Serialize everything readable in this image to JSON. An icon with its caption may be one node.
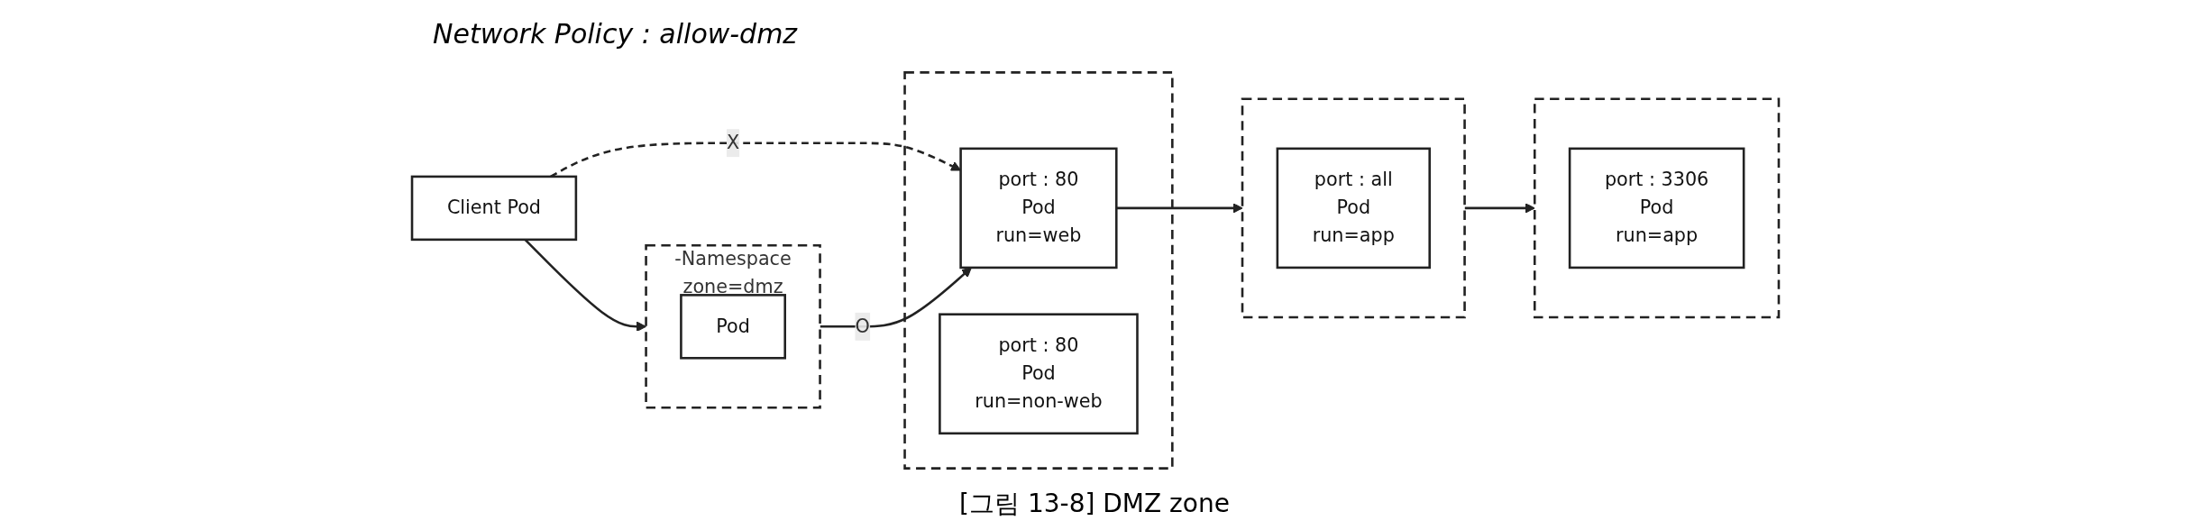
{
  "diagram": {
    "title": "Network Policy : allow-dmz",
    "caption": "[그림 13-8] DMZ zone",
    "nodes": [
      {
        "text": [
          "Client Pod"
        ]
      },
      {
        "text": [
          "-Namespace",
          "zone=dmz"
        ]
      },
      {
        "text": [
          "Pod"
        ],
        "in": 1
      },
      {
        "text": [],
        "shape": "box"
      },
      {
        "text": [
          "port : 80",
          "Pod",
          "run=web"
        ],
        "in": 3
      },
      {
        "text": [
          "port : 80",
          "Pod",
          "run=non-web"
        ],
        "in": 3
      },
      {
        "text": [],
        "shape": "box"
      },
      {
        "text": [
          "port : all",
          "Pod",
          "run=app"
        ],
        "in": 6
      },
      {
        "text": [],
        "shape": "box"
      },
      {
        "text": [
          "port : 3306",
          "Pod",
          "run=app"
        ],
        "in": 8
      }
    ],
    "edges": [
      {
        "from": 0,
        "to": 1,
        "arrow": "to"
      },
      {
        "from": 1,
        "to": 4,
        "arrow": "to",
        "label": "O"
      },
      {
        "from": 0,
        "to": 4,
        "arrow": "to",
        "label": "X",
        "style": "dashed"
      },
      {
        "from": 4,
        "to": 6,
        "arrow": "to"
      },
      {
        "from": 6,
        "to": 8,
        "arrow": "to"
      }
    ]
  }
}
